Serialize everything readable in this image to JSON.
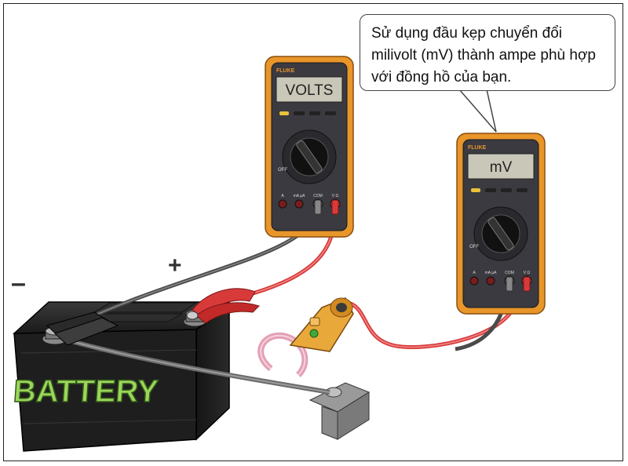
{
  "callout": {
    "text": "Sử dụng đầu kẹp chuyển đổi milivolt (mV) thành ampe phù hợp với đồng hồ của bạn."
  },
  "meter_left": {
    "display": "VOLTS",
    "brand": "FLUKE",
    "off_label": "OFF",
    "jack_labels": [
      "A",
      "mA µA",
      "COM",
      "V Ω"
    ]
  },
  "meter_right": {
    "display": "mV",
    "brand": "FLUKE",
    "off_label": "OFF",
    "jack_labels": [
      "A",
      "mA µA",
      "COM",
      "V Ω"
    ]
  },
  "battery": {
    "label": "BATTERY",
    "neg_sign": "–",
    "pos_sign": "+"
  },
  "colors": {
    "meter_case": "#e8952a",
    "meter_face": "#3a3a40",
    "lcd": "#c9c7b8",
    "red_lead": "#d83a3a",
    "black_lead": "#4a4a4a",
    "battery_body": "#1e1e1e",
    "battery_label": "#9bd65a",
    "clamp_body": "#e9a83a",
    "clamp_jaw": "#e3a0b4"
  }
}
